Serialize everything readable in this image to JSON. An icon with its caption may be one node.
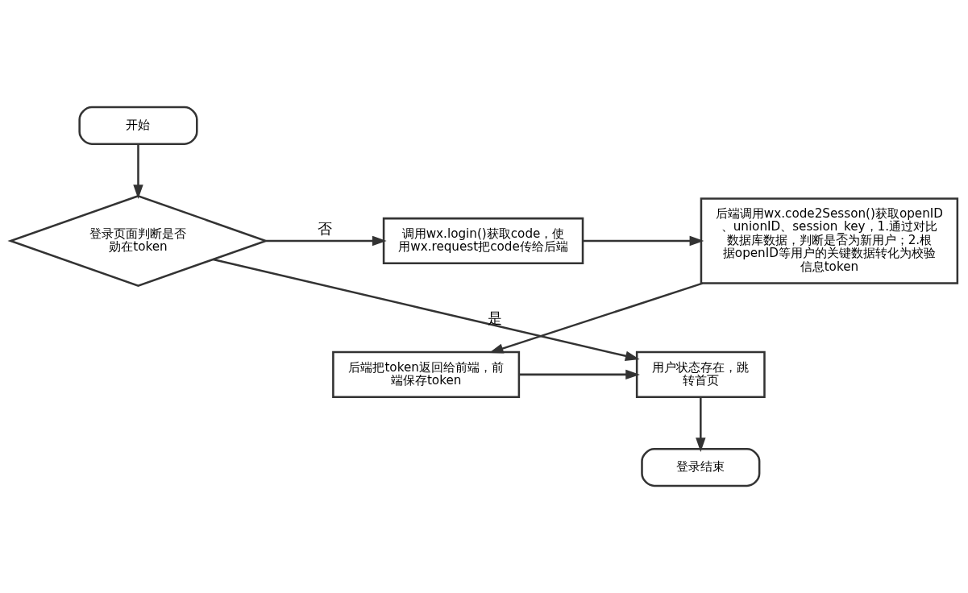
{
  "diagram": {
    "nodes": [
      {
        "text": [
          "开始"
        ]
      },
      {
        "text": [
          "登录页面判断是否勋在token"
        ]
      },
      {
        "text": [
          "调用wx.login()获取code，使用wx.request把code传给后端"
        ]
      },
      {
        "text": [
          "后端调用wx.code2Sesson()获取openID、unionID、session_key，1.通过对比数据库数据，判断是否为新用户；2.根据openID等用户的关键数据转化为校验信息token"
        ]
      },
      {
        "text": [
          "后端把token返回给前端，前端保存token"
        ]
      },
      {
        "text": [
          "用户状态存在，跳转首页"
        ]
      },
      {
        "text": [
          "登录结束"
        ]
      }
    ],
    "edges": [
      {
        "from": 0,
        "to": 1,
        "arrow": "to"
      },
      {
        "from": 1,
        "to": 2,
        "arrow": "to",
        "label": "否"
      },
      {
        "from": 2,
        "to": 3,
        "arrow": "to"
      },
      {
        "from": 3,
        "to": 4,
        "arrow": "to"
      },
      {
        "from": 4,
        "to": 5,
        "arrow": "to"
      },
      {
        "from": 1,
        "to": 5,
        "arrow": "to",
        "label": "是"
      },
      {
        "from": 5,
        "to": 6,
        "arrow": "to"
      }
    ]
  }
}
